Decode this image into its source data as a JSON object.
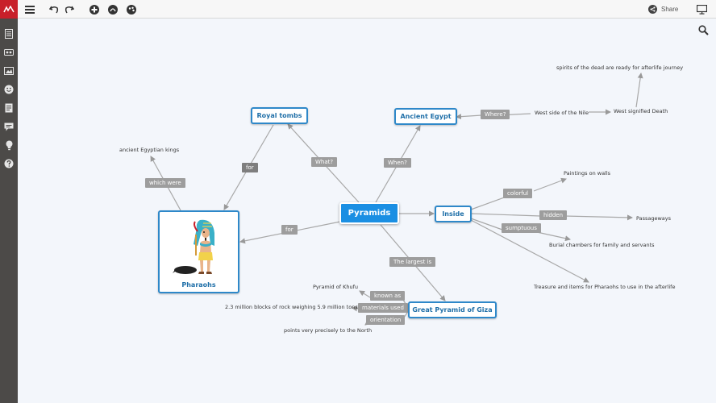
{
  "toolbar": {
    "share_label": "Share"
  },
  "nodes": {
    "central": "Pyramids",
    "royal_tombs": "Royal tombs",
    "ancient_egypt": "Ancient Egypt",
    "inside": "Inside",
    "great_pyramid": "Great Pyramid of Giza",
    "pharaohs": "Pharaohs"
  },
  "labels": {
    "what": "What?",
    "when": "When?",
    "for_top": "for",
    "for_left": "for",
    "which_were": "which were",
    "where": "Where?",
    "colorful": "colorful",
    "hidden": "hidden",
    "sumptuous": "sumptuous",
    "largest": "The largest is",
    "known_as": "known as",
    "materials_used": "materials used",
    "orientation": "orientation"
  },
  "notes": {
    "spirits": "spirits of the dead are ready for afterlife journey",
    "west_side": "West side of the Nile",
    "west_death": "West signified Death",
    "ancient_kings": "ancient Egyptian kings",
    "paintings": "Paintings on walls",
    "passageways": "Passageways",
    "burial": "Burial chambers for family and servants",
    "treasure": "Treasure and items for Pharaohs to use in the afterlife",
    "khufu": "Pyramid of Khufu",
    "blocks": "2.3 million blocks of rock weighing 5.9 million tons",
    "points": "points very precisely to the North"
  },
  "colors": {
    "brand": "#c8202a",
    "sidebar": "#4c4a48",
    "node_border": "#2e88c9",
    "central_fill": "#1a8fe3",
    "canvas": "#f3f6fb"
  }
}
